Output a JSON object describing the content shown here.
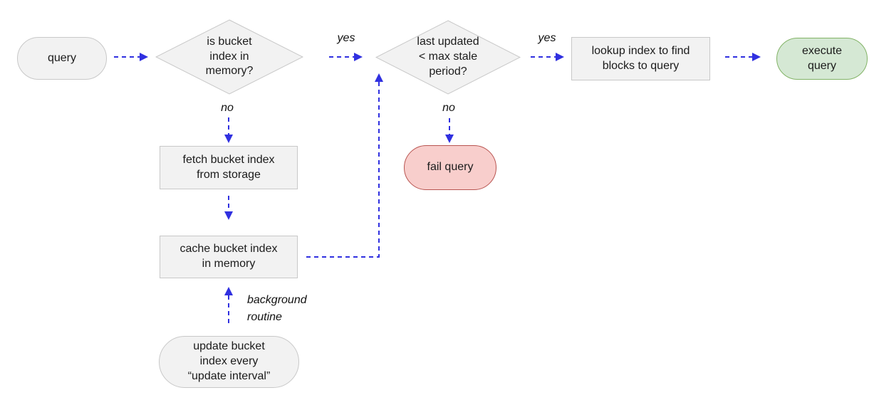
{
  "colors": {
    "arrow_blue": "#3030e0",
    "gray_fill": "#f2f2f2",
    "gray_border": "#c8c8c8",
    "green_fill": "#d5e8d4",
    "green_border": "#82b366",
    "red_fill": "#f8cecc",
    "red_border": "#b85450"
  },
  "nodes": {
    "query": "query",
    "diamond_memory": "is bucket\nindex in\nmemory?",
    "diamond_stale": "last updated\n< max stale\nperiod?",
    "lookup": "lookup index to find\nblocks to query",
    "execute": "execute\nquery",
    "fetch": "fetch bucket index\nfrom storage",
    "cache": "cache bucket index\nin memory",
    "fail": "fail query",
    "update": "update bucket\nindex every\n“update interval”"
  },
  "edge_labels": {
    "yes_memory": "yes",
    "no_memory": "no",
    "yes_stale": "yes",
    "no_stale": "no",
    "background_routine": "background\nroutine"
  }
}
